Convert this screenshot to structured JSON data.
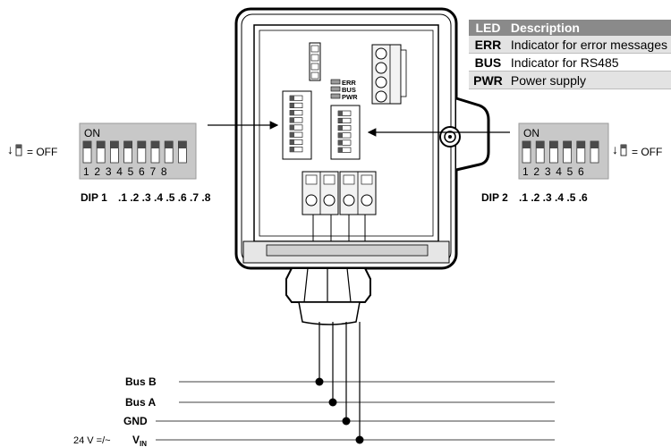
{
  "led_table": {
    "headers": [
      "LED",
      "Description"
    ],
    "rows": [
      {
        "code": "ERR",
        "desc": "Indicator for error messages"
      },
      {
        "code": "BUS",
        "desc": "Indicator for RS485"
      },
      {
        "code": "PWR",
        "desc": "Power supply"
      }
    ]
  },
  "device_labels": {
    "err": "ERR",
    "bus": "BUS",
    "pwr": "PWR"
  },
  "dip1": {
    "on_label": "ON",
    "numbers": "1 2 3 4 5 6 7 8",
    "name": "DIP 1",
    "positions": ".1 .2 .3 .4 .5 .6 .7 .8",
    "off_label": "= OFF"
  },
  "dip2": {
    "on_label": "ON",
    "numbers": "1 2 3 4 5 6",
    "name": "DIP 2",
    "positions": ".1 .2 .3 .4 .5 .6",
    "off_label": "= OFF"
  },
  "wiring": {
    "bus_b": "Bus B",
    "bus_a": "Bus A",
    "gnd": "GND",
    "vin_prefix": "24 V =/~",
    "vin_v": "V",
    "vin_sub": "IN"
  }
}
